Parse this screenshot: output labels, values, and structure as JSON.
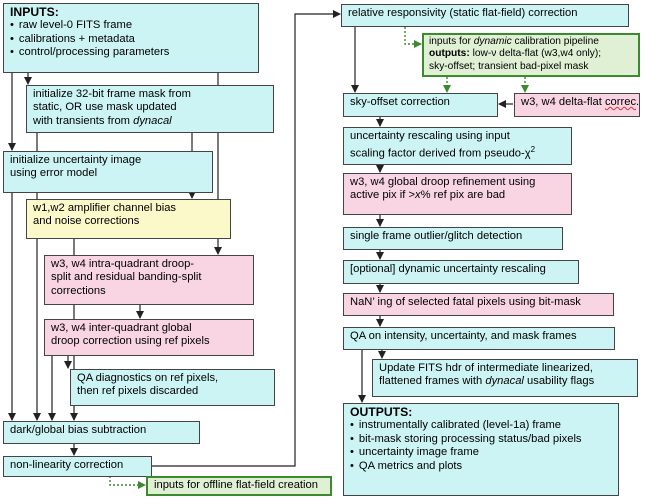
{
  "inputs": {
    "title": "INPUTS:",
    "items": [
      "raw level-0 FITS frame",
      "calibrations + metadata",
      "control/processing parameters"
    ]
  },
  "left": {
    "frame_mask": {
      "l1": "initialize 32-bit frame mask from",
      "l2": "static, OR use mask updated",
      "l3": "with transients from ",
      "l3_em": "dynacal"
    },
    "uncertainty": {
      "l1": "initialize uncertainty image",
      "l2": "using error model"
    },
    "amp_bias": {
      "l1": "w1,w2 amplifier channel bias",
      "l2": "and noise corrections"
    },
    "droop_split": {
      "l1": "w3, w4 intra-quadrant droop-",
      "l2": "split and residual banding-split",
      "l3": "corrections"
    },
    "inter_quad": {
      "l1": "w3, w4 inter-quadrant global",
      "l2": "droop correction using ref pixels"
    },
    "qa_ref": {
      "l1": "QA diagnostics on ref pixels,",
      "l2": "then ref pixels discarded"
    },
    "dark_bias": {
      "l1": "dark/global bias subtraction"
    },
    "nonlin": {
      "l1": "non-linearity correction"
    },
    "offline_flat": {
      "l1": "inputs for offline flat-field creation"
    }
  },
  "right": {
    "responsivity": {
      "l1": "relative responsivity (static flat-field) correction"
    },
    "dynamic_inputs": {
      "l1a": "inputs for ",
      "l1_em": "dynamic",
      "l1b": " calibration pipeline",
      "l2_bold": "outputs:",
      "l2": " low-ν delta-flat (w3,w4 only);",
      "l3": "sky-offset; transient bad-pixel mask"
    },
    "sky_offset": {
      "l1": "sky-offset correction"
    },
    "delta_flat": {
      "l1a": "w3, w4 delta-flat ",
      "l1_sq": "correc",
      "l1b": "."
    },
    "unc_rescale": {
      "l1": "uncertainty rescaling using input",
      "l2": "scaling factor derived from pseudo-χ",
      "l2_sup": "2"
    },
    "droop_refine": {
      "l1": "w3, w4 global droop refinement using",
      "l2a": "active pix if >",
      "l2_em": "x",
      "l2b": "% ref pix are bad"
    },
    "outlier": {
      "l1": "single frame outlier/glitch detection"
    },
    "dyn_unc": {
      "l1": "[optional] dynamic uncertainty rescaling"
    },
    "nan": {
      "l1": "NaN’ ing of selected fatal pixels using bit-mask"
    },
    "qa_frames": {
      "l1": "QA on intensity, uncertainty, and mask frames"
    },
    "fits_hdr": {
      "l1": "Update FITS hdr of intermediate linearized,",
      "l2a": "flattened frames with ",
      "l2_em": "dynacal",
      "l2b": " usability flags"
    }
  },
  "outputs": {
    "title": "OUTPUTS:",
    "items": [
      "instrumentally calibrated (level-1a) frame",
      "bit-mask storing processing status/bad pixels",
      "uncertainty image frame",
      "QA metrics and plots"
    ]
  },
  "colors": {
    "step": "#cdf4f4",
    "w3w4_step": "#f9d5e4",
    "w1w2_step": "#fbf9c9",
    "external_io": "#dff0d4",
    "external_border": "#3c8a2e"
  }
}
